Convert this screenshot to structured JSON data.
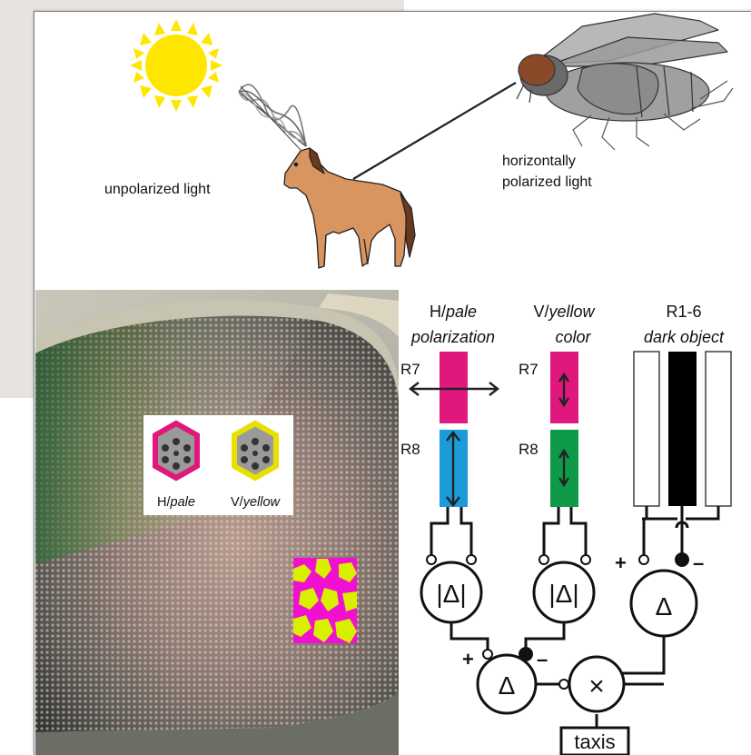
{
  "scene": {
    "unpolarized_label": "unpolarized light",
    "horizontal_label_line1": "horizontally",
    "horizontal_label_line2": "polarized light"
  },
  "inset": {
    "h_prefix": "H/",
    "h_italic": "pale",
    "v_prefix": "V/",
    "v_italic": "yellow"
  },
  "circuit": {
    "col1_title_prefix": "H/",
    "col1_title_italic": "pale",
    "col1_subtitle": "polarization",
    "col2_title_prefix": "V/",
    "col2_title_italic": "yellow",
    "col2_subtitle": "color",
    "col3_title": "R1-6",
    "col3_subtitle": "dark object",
    "r7_label_a": "R7",
    "r8_label_a": "R8",
    "r7_label_b": "R7",
    "r8_label_b": "R8",
    "abs_delta_a": "|Δ|",
    "abs_delta_b": "|Δ|",
    "delta_right": "Δ",
    "delta_bottom": "Δ",
    "times": "×",
    "plus_right": "+",
    "minus_right": "–",
    "plus_bottom": "+",
    "minus_bottom": "–",
    "taxis": "taxis"
  },
  "colors": {
    "magenta": "#e0177c",
    "blue": "#1b9bd8",
    "green": "#0f9a4a",
    "sun": "#ffe600",
    "inset_yellow": "#e8e000",
    "eye_pattern_magenta": "#f010d0",
    "eye_pattern_yellow": "#d8f000"
  }
}
